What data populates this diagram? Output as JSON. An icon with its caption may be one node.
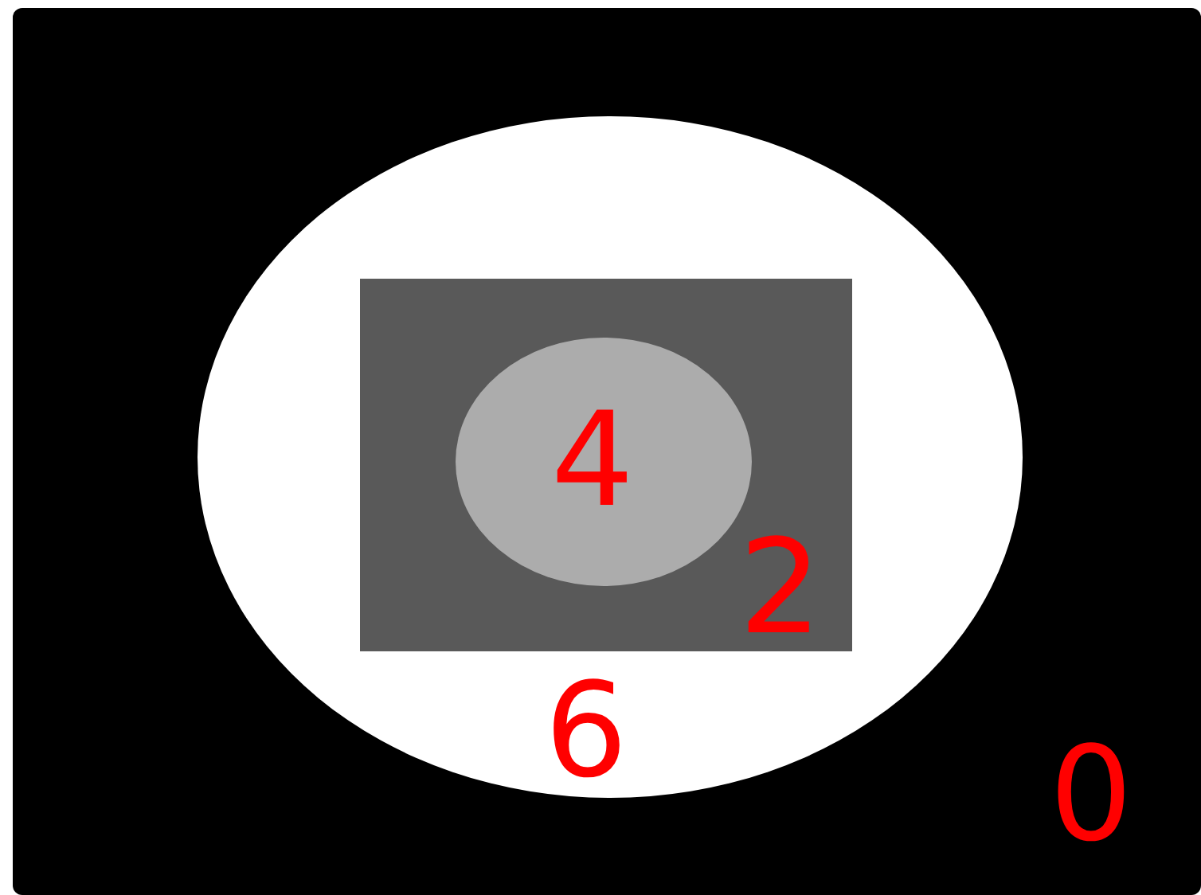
{
  "diagram": {
    "nodes": [
      {
        "text": [
          "0"
        ]
      },
      {
        "text": [
          "6"
        ],
        "in": 0
      },
      {
        "text": [
          "2"
        ],
        "in": 1
      },
      {
        "text": [
          "4"
        ],
        "in": 2
      }
    ]
  }
}
